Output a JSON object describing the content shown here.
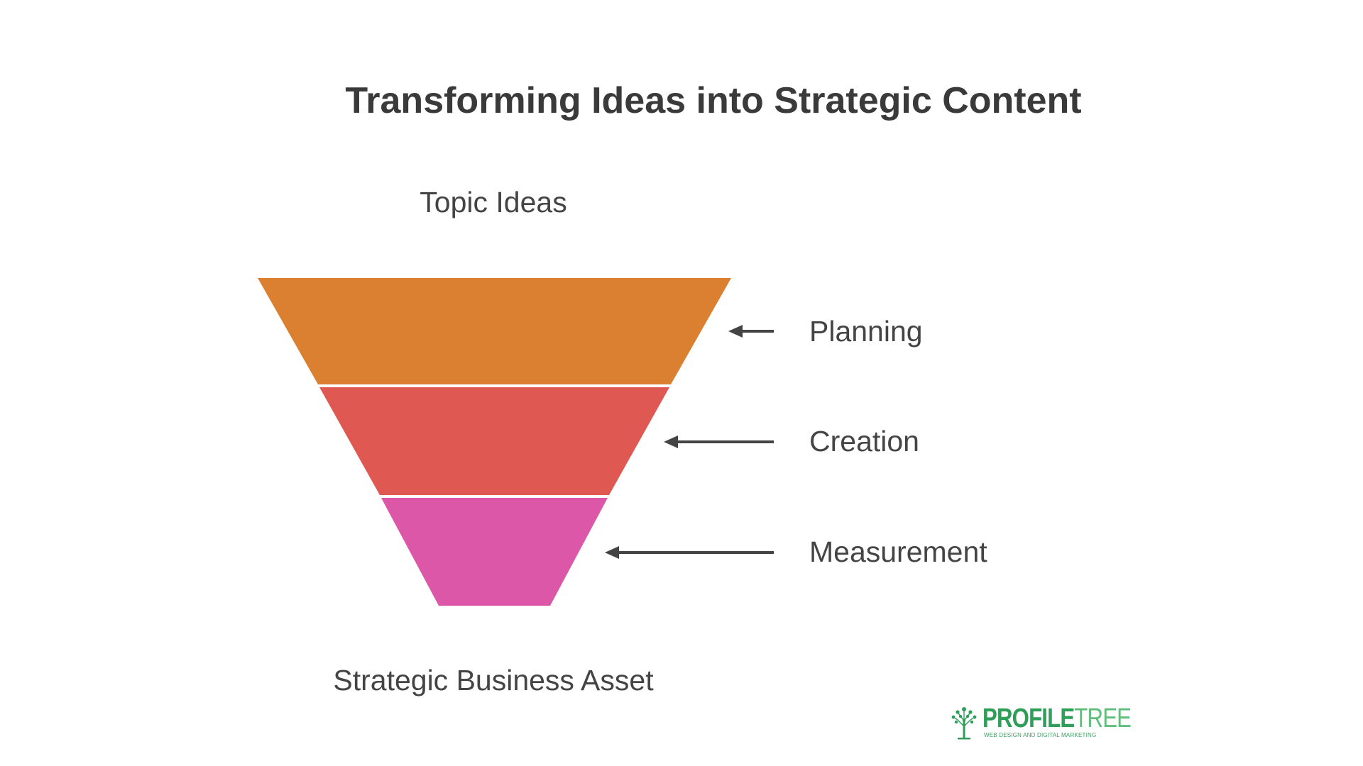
{
  "title": "Transforming Ideas into Strategic Content",
  "funnel": {
    "top_label": "Topic Ideas",
    "bottom_label": "Strategic Business Asset",
    "stages": [
      {
        "label": "Planning",
        "color": "#db8030"
      },
      {
        "label": "Creation",
        "color": "#e05852"
      },
      {
        "label": "Measurement",
        "color": "#dc57a8"
      }
    ]
  },
  "brand": {
    "name_part1": "PROFILE",
    "name_part2": "TREE",
    "tagline": "WEB DESIGN AND DIGITAL MARKETING",
    "icon": "tree-icon",
    "color": "#2e9e58"
  },
  "icons": {
    "arrow": "arrow-left-icon"
  }
}
